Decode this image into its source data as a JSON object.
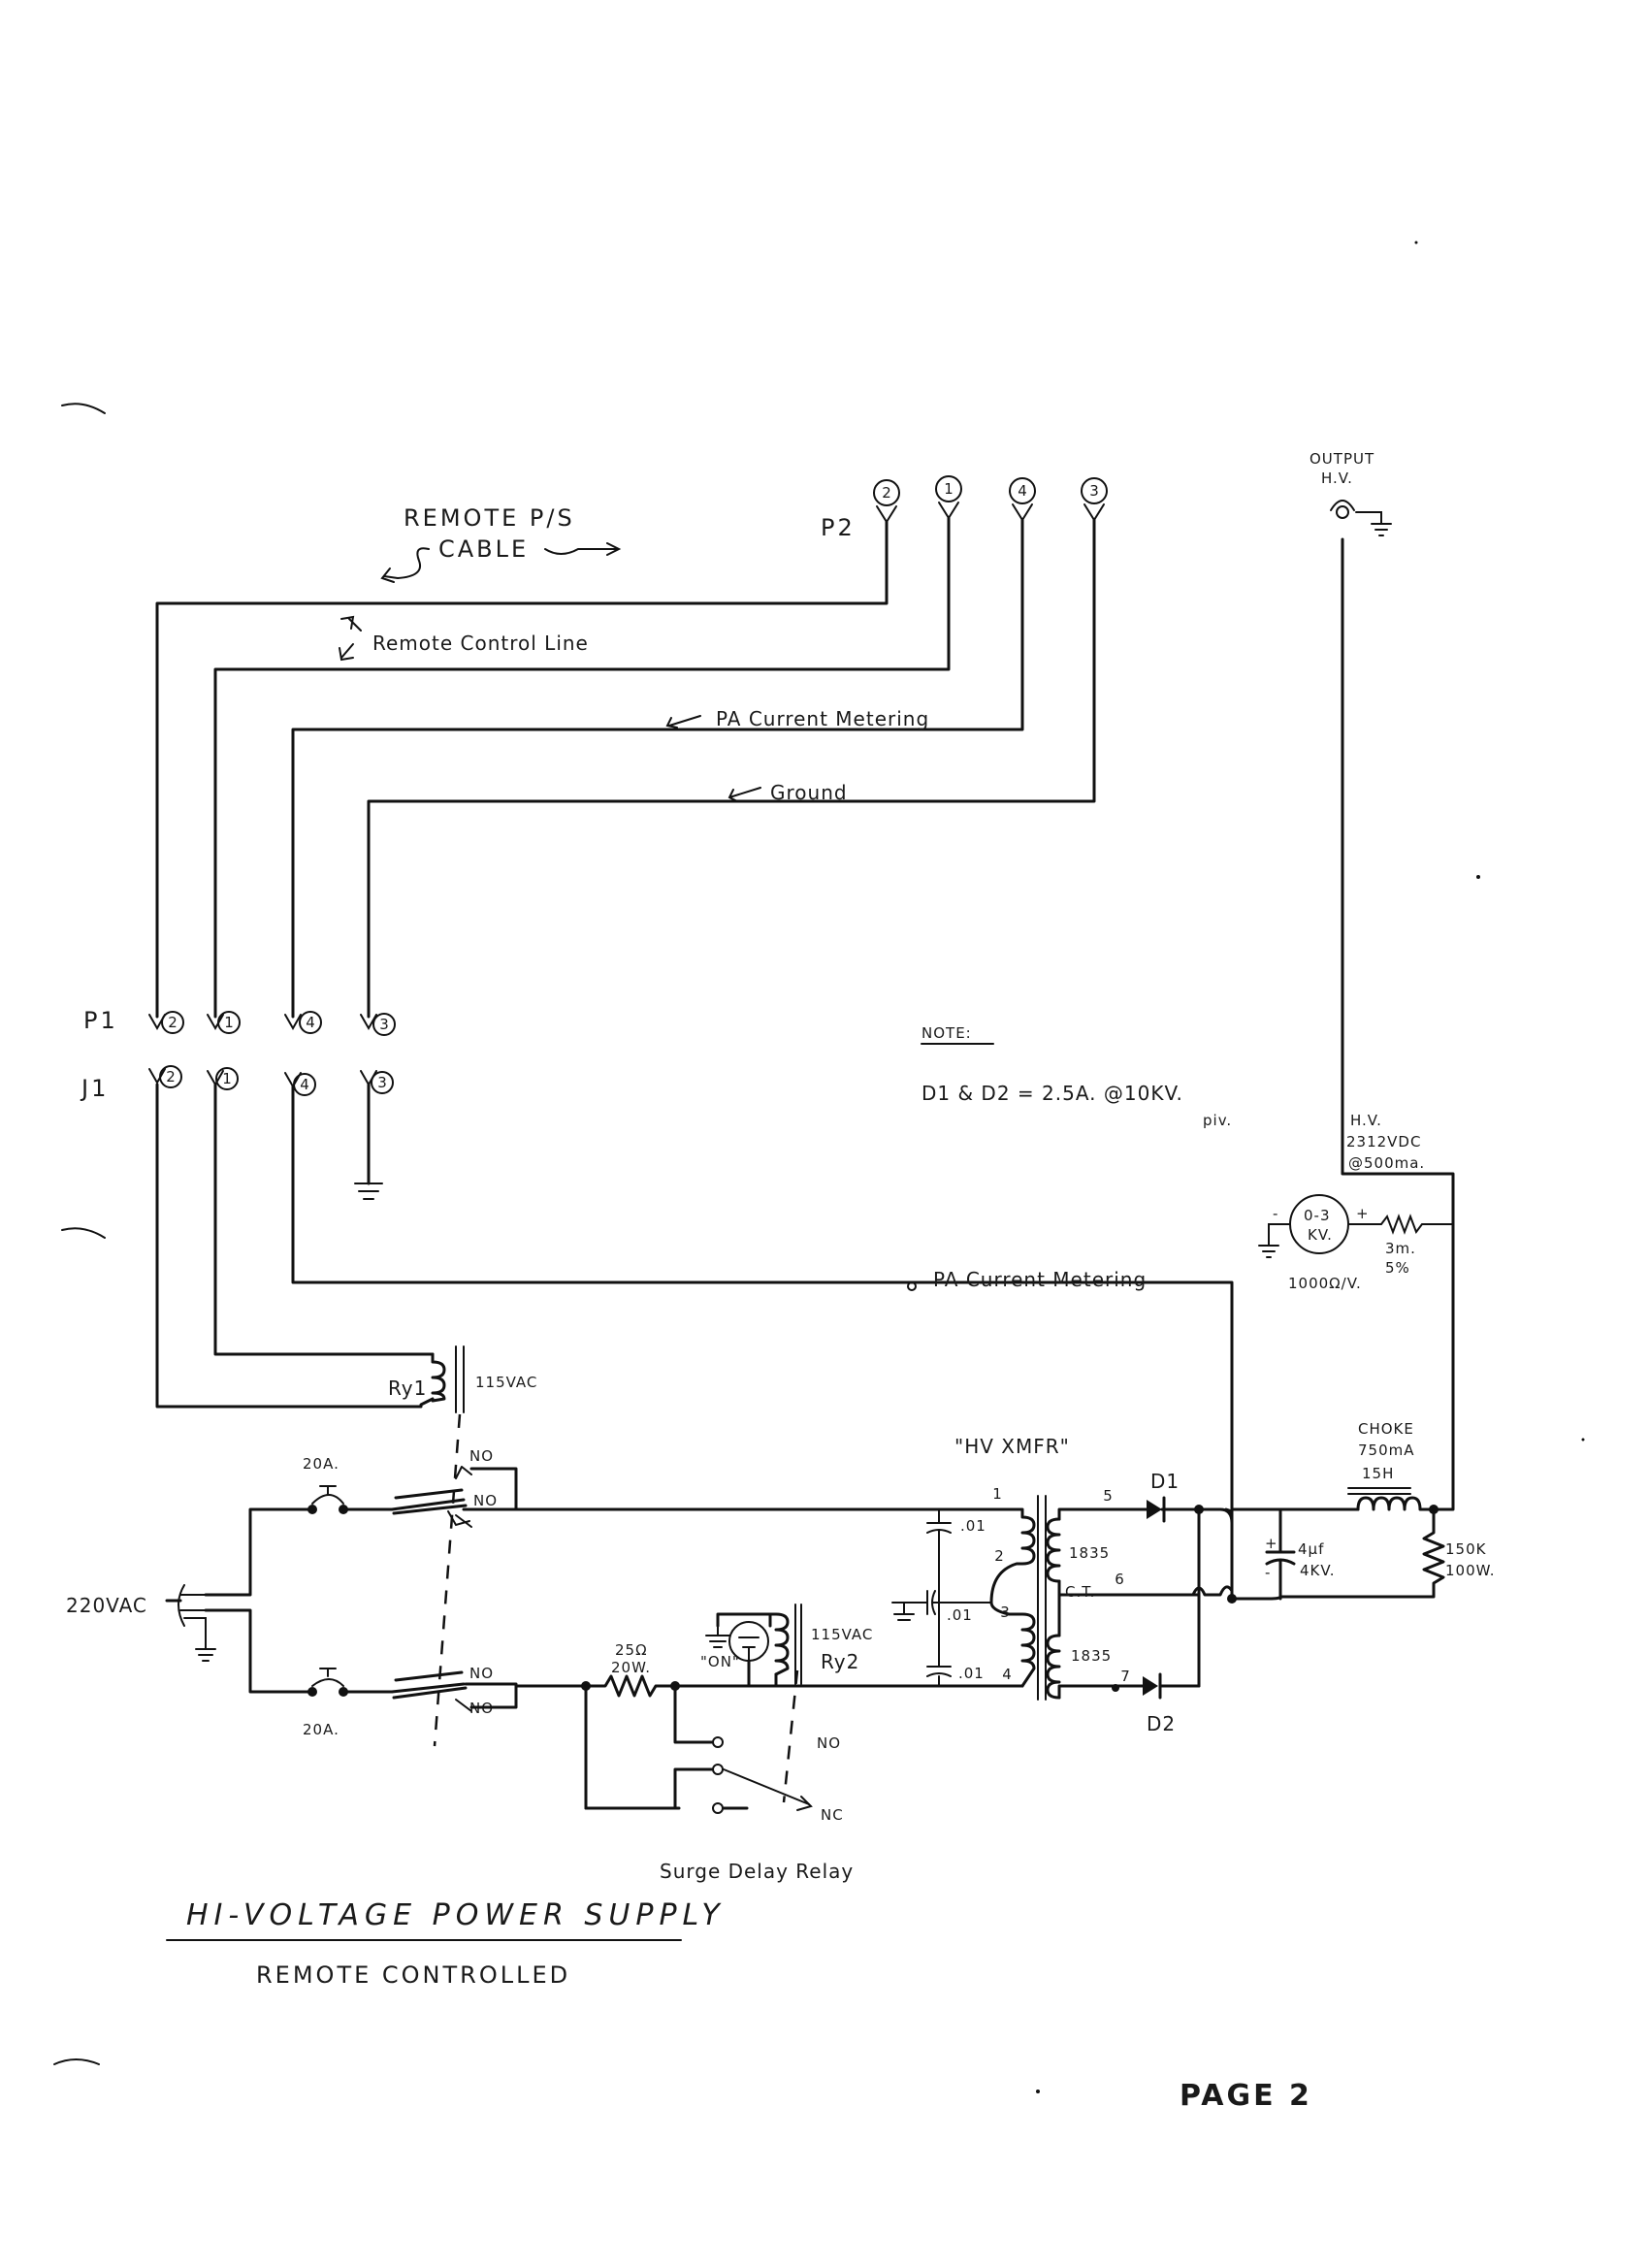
{
  "cable": {
    "label_line1": "REMOTE P/S",
    "label_line2": "CABLE"
  },
  "connectors": {
    "p2": "P2",
    "p1": "P1",
    "j1": "J1",
    "p2_pins": [
      "2",
      "1",
      "4",
      "3"
    ],
    "p1_pins": [
      "2",
      "1",
      "4",
      "3"
    ],
    "j1_pins": [
      "2",
      "1",
      "4",
      "3"
    ]
  },
  "lines": {
    "remote_control": "Remote Control Line",
    "pa_metering": "PA Current Metering",
    "ground": "Ground",
    "pa_metering_lower": "PA Current Metering"
  },
  "output": {
    "label_line1": "OUTPUT",
    "label_line2": "H.V."
  },
  "note": {
    "title": "NOTE:",
    "line1": "D1 & D2 = 2.5A. @10KV.",
    "line2": "piv."
  },
  "hv": {
    "line1": "H.V.",
    "line2": "2312VDC",
    "line3": "@500ma."
  },
  "meter": {
    "range_line1": "0-3",
    "range_line2": "KV.",
    "sens": "1000Ω/V.",
    "res_line1": "3m.",
    "res_line2": "5%",
    "minus": "-",
    "plus": "+"
  },
  "relay1": {
    "name": "Ry1",
    "voltage": "115VAC"
  },
  "relay2": {
    "name": "Ry2",
    "voltage": "115VAC"
  },
  "breaker": {
    "top": "20A.",
    "bottom": "20A."
  },
  "contacts": {
    "no": "NO",
    "nc": "NC"
  },
  "mains": "220VAC",
  "transformer": {
    "title": "\"HV XMFR\"",
    "sec_top": "1835",
    "sec_bottom": "1835",
    "ct": "C.T.",
    "taps": [
      "1",
      "2",
      "3",
      "4",
      "5",
      "6",
      "7"
    ]
  },
  "capacitors": {
    "c1": ".01",
    "c2": ".01",
    "c3": ".01",
    "filter_line1": "4µf",
    "filter_line2": "4KV."
  },
  "diodes": {
    "d1": "D1",
    "d2": "D2"
  },
  "resistor_surge": {
    "line1": "25Ω",
    "line2": "20W."
  },
  "lamp": {
    "label": "\"ON\""
  },
  "choke": {
    "line1": "CHOKE",
    "line2": "750mA",
    "line3": "15H"
  },
  "bleeder": {
    "line1": "150K",
    "line2": "100W."
  },
  "surge_label": "Surge Delay Relay",
  "title": {
    "main": "HI-VOLTAGE  POWER SUPPLY",
    "sub": "REMOTE  CONTROLLED"
  },
  "page": "PAGE 2"
}
